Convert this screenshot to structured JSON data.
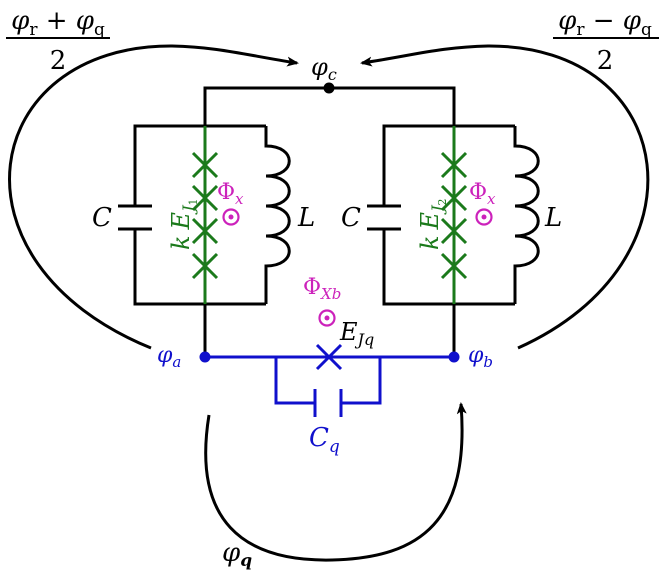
{
  "colors": {
    "wire": "#000000",
    "junction": "#1b7a1b",
    "qubit": "#1010cc",
    "flux": "#cc22bb"
  },
  "labels": {
    "phi_c": {
      "base": "φ",
      "sub": "c"
    },
    "phi_a": {
      "base": "φ",
      "sub": "a"
    },
    "phi_b": {
      "base": "φ",
      "sub": "b"
    },
    "phi_q": {
      "base": "φ",
      "sub": "q"
    },
    "sum_frac": {
      "numerator": "φr + φq",
      "denominator": "2",
      "n1": "φ",
      "n1s": "r",
      "op": " + ",
      "n2": "φ",
      "n2s": "q"
    },
    "diff_frac": {
      "numerator": "φr − φq",
      "denominator": "2",
      "n1": "φ",
      "n1s": "r",
      "op": " − ",
      "n2": "φ",
      "n2s": "q"
    },
    "left_cap": "C",
    "right_cap": "C",
    "left_ind": "L",
    "right_ind": "L",
    "left_ej": {
      "k": "k",
      "base": "E",
      "sub": "J",
      "subsub": "1"
    },
    "right_ej": {
      "k": "k",
      "base": "E",
      "sub": "J",
      "subsub": "2"
    },
    "left_flux": {
      "base": "Φ",
      "sub": "x"
    },
    "right_flux": {
      "base": "Φ",
      "sub": "x"
    },
    "center_flux": {
      "base": "Φ",
      "sub": "Xb"
    },
    "ejq": {
      "base": "E",
      "sub": "Jq"
    },
    "cq": {
      "base": "C",
      "sub": "q"
    }
  }
}
